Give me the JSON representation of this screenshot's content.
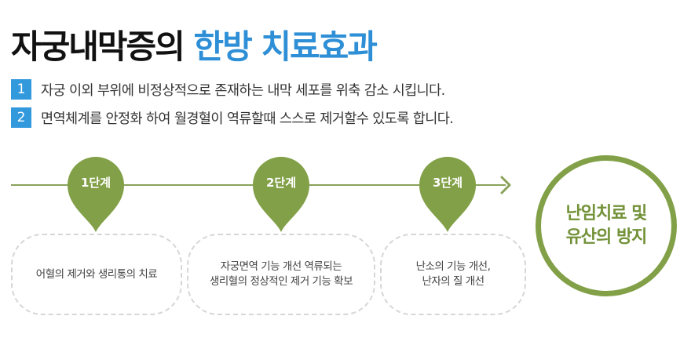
{
  "title": {
    "main": "자궁내막증의",
    "highlight": "한방 치료효과"
  },
  "points": [
    {
      "num": "1",
      "text": "자궁 이외 부위에 비정상적으로 존재하는 내막 세포를 위축 감소 시킵니다."
    },
    {
      "num": "2",
      "text": "면역체계를 안정화 하여 월경혈이 역류할때 스스로 제거할수 있도록 합니다."
    }
  ],
  "steps": [
    {
      "label": "1단계",
      "lines": [
        "어혈의 제거와 생리통의 치료"
      ]
    },
    {
      "label": "2단계",
      "lines": [
        "자궁면역 기능 개선 역류되는",
        "생리혈의 정상적인 제거 기능 확보"
      ]
    },
    {
      "label": "3단계",
      "lines": [
        "난소의 기능 개선,",
        "난자의 질 개선"
      ]
    }
  ],
  "goal": {
    "line1": "난임치료 및",
    "line2": "유산의 방지"
  },
  "colors": {
    "accent_blue": "#3399dd",
    "title_blue": "#2e8fd6",
    "green": "#82a047",
    "dashed_border": "#d6d6d6"
  },
  "icons": {
    "arrow": "chevron-right-icon"
  }
}
